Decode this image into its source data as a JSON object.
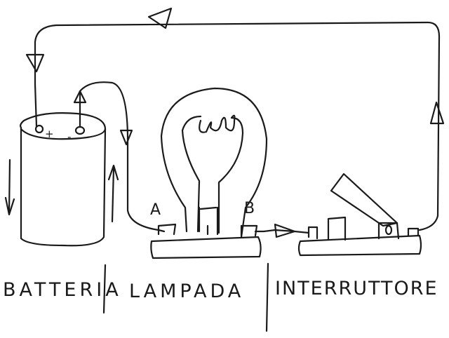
{
  "labels": {
    "battery": "BATTERIA",
    "lamp": "LAMPADA",
    "switch": "INTERRUTTORE",
    "point_a": "A",
    "point_b": "B",
    "plus": "+",
    "minus": "-"
  },
  "colors": {
    "ink": "#1a1a1a",
    "paper": "#ffffff"
  }
}
